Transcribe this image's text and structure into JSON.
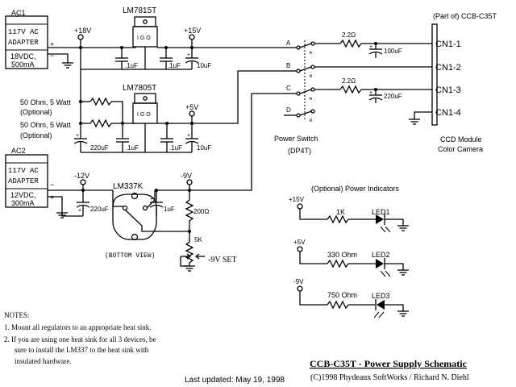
{
  "supplies": {
    "ac1": {
      "tag": "AC1",
      "line1": "117V AC",
      "line2": "ADAPTER",
      "out1": "18VDC,",
      "out2": "500mA",
      "plus": "+",
      "minus": "−"
    },
    "ac2": {
      "tag": "AC2",
      "line1": "117V AC",
      "line2": "ADAPTER",
      "out1": "12VDC,",
      "out2": "300mA",
      "plus": "+",
      "minus": "−"
    }
  },
  "rails": {
    "p18": "+18V",
    "p15": "+15V",
    "p5": "+5V",
    "m12": "-12V",
    "m9": "-9V",
    "led_p15": "+15V",
    "led_p5": "+5V",
    "led_m9": "-9V"
  },
  "regulators": {
    "u1": "LM7815T",
    "u2": "LM7805T",
    "u3": "LM337K",
    "pins": "I G O"
  },
  "caps": {
    "c1": ".1uF",
    "c2": ".1uF",
    "c3": "10uF",
    "c4": ".1uF",
    "c5": ".1uF",
    "c6": "10uF",
    "c7": "220uF",
    "c8": "220uF",
    "c9": "1uF",
    "c10": "100uF",
    "c11": "220uF",
    "pol": "+"
  },
  "resistors": {
    "r1a": "50 Ohm, 5 Watt",
    "r1b": "(Optional)",
    "r2a": "50 Ohm, 5 Watt",
    "r2b": "(Optional)",
    "r200": "200Ω",
    "r5k": "5K",
    "rf1": "2.2Ω",
    "rf2": "2.2Ω",
    "led1r": "1K",
    "led2r": "330 Ohm",
    "led3r": "750 Ohm"
  },
  "bottom_view": "(BOTTOM VIEW)",
  "set_label": "-9V SET",
  "switch": {
    "a": "A",
    "b": "B",
    "c": "C",
    "d": "D",
    "label1": "Power Switch",
    "label2": "(DP4T)"
  },
  "camera": {
    "header": "(Part of) CCB-C35T",
    "cn1": "CN1-1",
    "cn2": "CN1-2",
    "cn3": "CN1-3",
    "cn4": "CN1-4",
    "title1": "CCD Module",
    "title2": "Color Camera"
  },
  "indicators": {
    "title": "(Optional) Power Indicators",
    "led1": "LED1",
    "led2": "LED2",
    "led3": "LED3"
  },
  "notes": {
    "header": "NOTES:",
    "items": [
      "1. Mount all regulators to an appropriate heat sink.",
      "2. If you are using one heat sink for all 3 devices, be",
      "sure to install the LM337 to the heat sink with",
      "insulated hardware."
    ]
  },
  "footer": {
    "updated": "Last updated: May 19, 1998",
    "title": "CCB-C35T - Power Supply Schematic",
    "credit": "(C)1998 Phydeaux SoftWorks / Richard N. Diehl"
  }
}
